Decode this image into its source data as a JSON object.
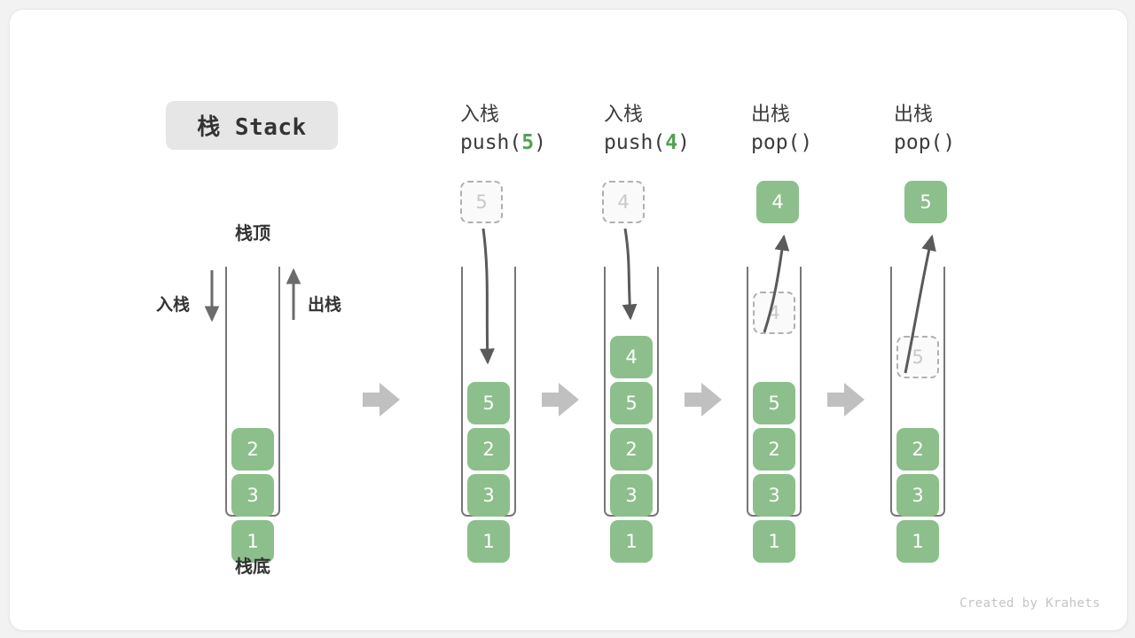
{
  "title": {
    "label": "栈 Stack"
  },
  "footer": {
    "credit": "Created by Krahets"
  },
  "labels": {
    "top": "栈顶",
    "bottom": "栈底",
    "push_side": "入栈",
    "pop_side": "出栈"
  },
  "colors": {
    "element_fill": "#8cbf8c",
    "element_text": "#ffffff",
    "ghost_fill": "#fafafa",
    "ghost_text": "#c9c9c9",
    "ghost_border": "#b0b0b0",
    "container_border": "#777777",
    "arrow_gray": "#c0c0c0",
    "curve_arrow": "#5a5a5a",
    "accent_green": "#54a054",
    "title_chip_bg": "#e6e6e6",
    "text_dark": "#333333"
  },
  "columns": [
    {
      "id": "initial",
      "header_line1": "",
      "header_line2": "",
      "header_arg": "",
      "stack": [
        "2",
        "3",
        "1"
      ],
      "floating": null,
      "ghost_in_stack": null
    },
    {
      "id": "push-5",
      "header_line1": "入栈",
      "header_line2_prefix": "push(",
      "header_arg": "5",
      "header_line2_suffix": ")",
      "stack": [
        "5",
        "2",
        "3",
        "1"
      ],
      "floating": {
        "value": "5",
        "style": "ghost"
      },
      "ghost_in_stack": null
    },
    {
      "id": "push-4",
      "header_line1": "入栈",
      "header_line2_prefix": "push(",
      "header_arg": "4",
      "header_line2_suffix": ")",
      "stack": [
        "4",
        "5",
        "2",
        "3",
        "1"
      ],
      "floating": {
        "value": "4",
        "style": "ghost"
      },
      "ghost_in_stack": null
    },
    {
      "id": "pop-4",
      "header_line1": "出栈",
      "header_line2_prefix": "pop(",
      "header_arg": "",
      "header_line2_suffix": ")",
      "stack": [
        "5",
        "2",
        "3",
        "1"
      ],
      "floating": {
        "value": "4",
        "style": "filled"
      },
      "ghost_in_stack": {
        "value": "4"
      }
    },
    {
      "id": "pop-5",
      "header_line1": "出栈",
      "header_line2_prefix": "pop(",
      "header_arg": "",
      "header_line2_suffix": ")",
      "stack": [
        "2",
        "3",
        "1"
      ],
      "floating": {
        "value": "5",
        "style": "filled"
      },
      "ghost_in_stack": {
        "value": "5"
      }
    }
  ],
  "transition_arrows": 4
}
